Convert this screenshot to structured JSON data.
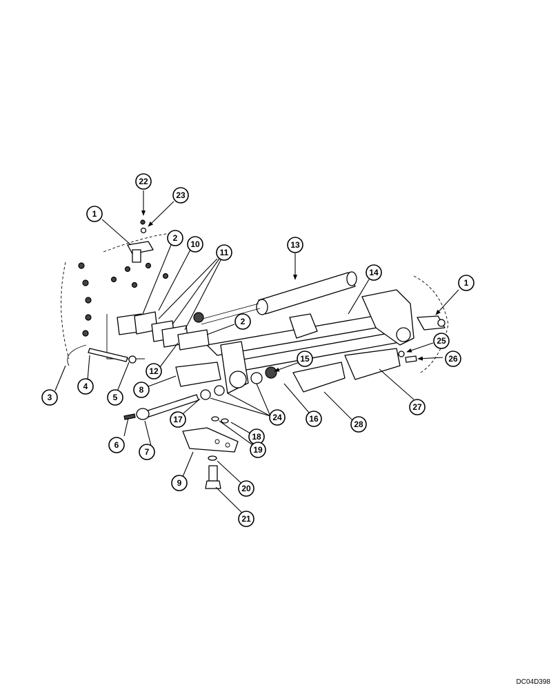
{
  "drawing_code": "DC04D398",
  "callouts": [
    "1",
    "2",
    "3",
    "4",
    "5",
    "6",
    "7",
    "8",
    "9",
    "10",
    "11",
    "12",
    "13",
    "14",
    "15",
    "16",
    "17",
    "18",
    "19",
    "20",
    "21",
    "22",
    "23",
    "24",
    "25",
    "26",
    "27",
    "28"
  ]
}
